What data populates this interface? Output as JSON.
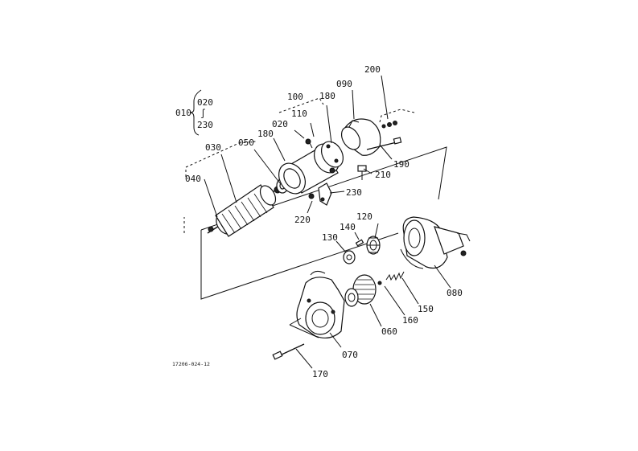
{
  "diagram": {
    "drawing_code": "17206-024-12",
    "assembly": {
      "number": "010",
      "range_from": "020",
      "range_sep": "∫",
      "range_to": "230"
    },
    "labels": {
      "p020": "020",
      "p030": "030",
      "p040": "040",
      "p050": "050",
      "p060": "060",
      "p070": "070",
      "p080": "080",
      "p090": "090",
      "p100": "100",
      "p110": "110",
      "p120": "120",
      "p130": "130",
      "p140": "140",
      "p150": "150",
      "p160": "160",
      "p170": "170",
      "p180a": "180",
      "p180b": "180",
      "p190": "190",
      "p200": "200",
      "p210": "210",
      "p220": "220",
      "p230": "230"
    }
  }
}
